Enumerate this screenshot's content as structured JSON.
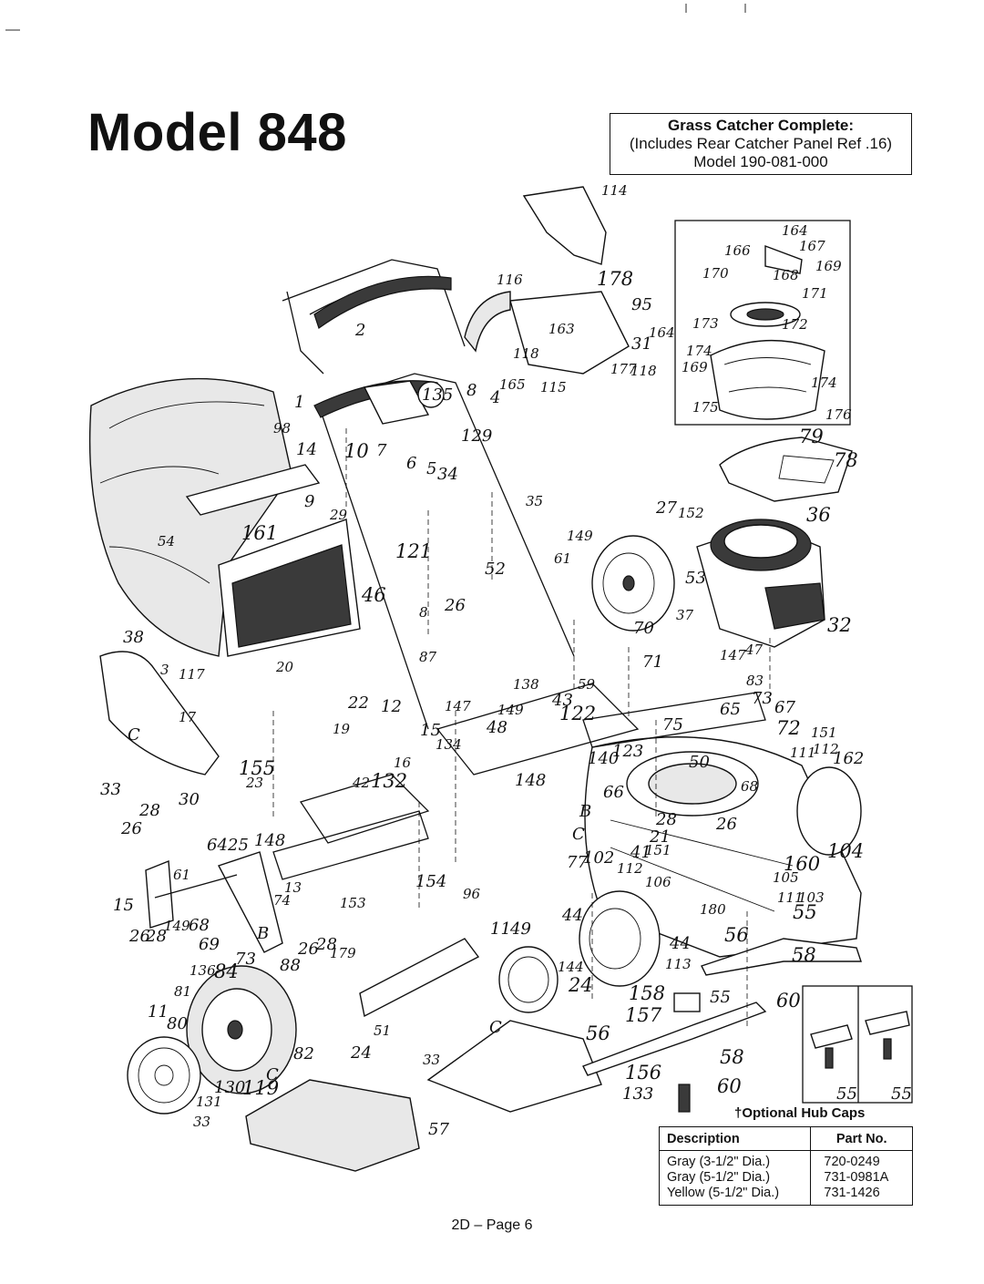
{
  "title": "Model 848",
  "grass_catcher": {
    "heading": "Grass Catcher Complete:",
    "line2": "(Includes Rear Catcher Panel Ref .16)",
    "line3": "Model 190-081-000"
  },
  "hub_caps": {
    "label": "†Optional Hub Caps",
    "columns": [
      "Description",
      "Part No."
    ],
    "rows": [
      {
        "description": "Gray (3-1/2\" Dia.)",
        "part_no": "720-0249"
      },
      {
        "description": "Gray (5-1/2\" Dia.)",
        "part_no": "731-0981A"
      },
      {
        "description": "Yellow (5-1/2\" Dia.)",
        "part_no": "731-1426"
      }
    ]
  },
  "footer": "2D – Page 6",
  "callouts": [
    "114",
    "178",
    "116",
    "95",
    "164",
    "163",
    "31",
    "118",
    "165",
    "115",
    "177",
    "118",
    "166",
    "164",
    "167",
    "169",
    "170",
    "168",
    "171",
    "173",
    "172",
    "174",
    "169",
    "174",
    "175",
    "176",
    "79",
    "78",
    "2",
    "1",
    "135",
    "8",
    "4",
    "98",
    "14",
    "10",
    "7",
    "6",
    "5",
    "34",
    "129",
    "9",
    "29",
    "54",
    "161",
    "121",
    "35",
    "52",
    "46",
    "27",
    "152",
    "36",
    "149",
    "61",
    "53",
    "37",
    "32",
    "70",
    "71",
    "147",
    "83",
    "73",
    "67",
    "72",
    "151",
    "38",
    "3",
    "117",
    "17",
    "20",
    "87",
    "22",
    "12",
    "15",
    "19",
    "155",
    "23",
    "42",
    "132",
    "16",
    "33",
    "C",
    "138",
    "59",
    "43",
    "122",
    "149",
    "48",
    "134",
    "140",
    "123",
    "148",
    "65",
    "75",
    "50",
    "66",
    "68",
    "28",
    "26",
    "30",
    "64",
    "25",
    "148",
    "61",
    "13",
    "74",
    "153",
    "154",
    "96",
    "15",
    "149",
    "68",
    "26",
    "28",
    "69",
    "73",
    "26",
    "28",
    "179",
    "B",
    "C",
    "77",
    "102",
    "112",
    "41",
    "151",
    "21",
    "28",
    "26",
    "106",
    "105",
    "160",
    "111",
    "103",
    "104",
    "180",
    "55",
    "56",
    "58",
    "60",
    "11",
    "49",
    "44",
    "113",
    "144",
    "24",
    "158",
    "55",
    "157",
    "56",
    "58",
    "156",
    "60",
    "133",
    "136",
    "84",
    "81",
    "88",
    "11",
    "80",
    "82",
    "130",
    "119",
    "131",
    "C",
    "24",
    "33",
    "57",
    "51",
    "C",
    "33",
    "55",
    "55"
  ]
}
